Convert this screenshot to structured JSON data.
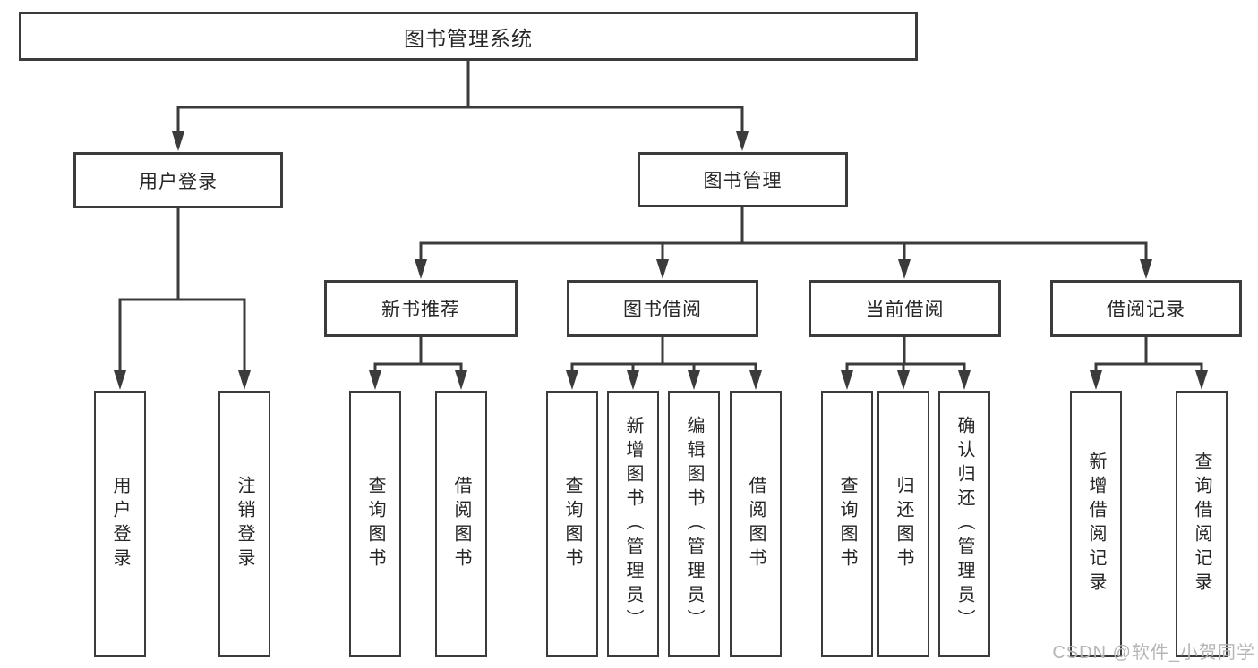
{
  "diagram": {
    "root": {
      "label": "图书管理系统"
    },
    "user_login": {
      "label": "用户登录",
      "children": [
        {
          "label": "用户登录"
        },
        {
          "label": "注销登录"
        }
      ]
    },
    "book_mgmt": {
      "label": "图书管理",
      "sections": [
        {
          "label": "新书推荐",
          "children": [
            {
              "label": "查询图书"
            },
            {
              "label": "借阅图书"
            }
          ]
        },
        {
          "label": "图书借阅",
          "children": [
            {
              "label": "查询图书"
            },
            {
              "label": "新增图书（管理员）"
            },
            {
              "label": "编辑图书（管理员）"
            },
            {
              "label": "借阅图书"
            }
          ]
        },
        {
          "label": "当前借阅",
          "children": [
            {
              "label": "查询图书"
            },
            {
              "label": "归还图书"
            },
            {
              "label": "确认归还（管理员）"
            }
          ]
        },
        {
          "label": "借阅记录",
          "children": [
            {
              "label": "新增借阅记录"
            },
            {
              "label": "查询借阅记录"
            }
          ]
        }
      ]
    }
  },
  "watermark": {
    "text": "CSDN @软件_小贺同学"
  },
  "colors": {
    "line": "#3b3b3b",
    "text": "#262626",
    "watermark": "#b5b5b5"
  }
}
